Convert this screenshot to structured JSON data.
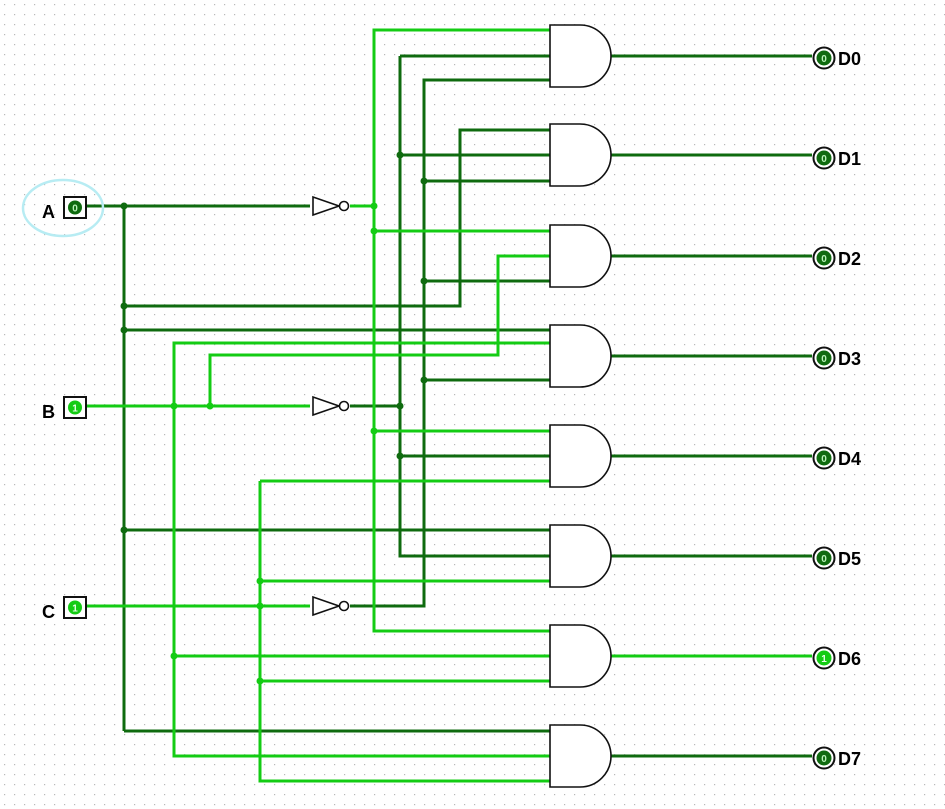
{
  "colors": {
    "background": "#ffffff",
    "grid_dot": "#b8b8b8",
    "wire_low": "#0f6b0f",
    "wire_high": "#14cc14",
    "gate_stroke": "#111111",
    "selection_ring": "#b7ecf3"
  },
  "inputs": [
    {
      "label": "A",
      "value": "0",
      "state": "low"
    },
    {
      "label": "B",
      "value": "1",
      "state": "high"
    },
    {
      "label": "C",
      "value": "1",
      "state": "high"
    }
  ],
  "outputs": [
    {
      "label": "D0",
      "value": "0",
      "state": "low"
    },
    {
      "label": "D1",
      "value": "0",
      "state": "low"
    },
    {
      "label": "D2",
      "value": "0",
      "state": "low"
    },
    {
      "label": "D3",
      "value": "0",
      "state": "low"
    },
    {
      "label": "D4",
      "value": "0",
      "state": "low"
    },
    {
      "label": "D5",
      "value": "0",
      "state": "low"
    },
    {
      "label": "D6",
      "value": "1",
      "state": "high"
    },
    {
      "label": "D7",
      "value": "0",
      "state": "low"
    }
  ],
  "selected_input": "A"
}
